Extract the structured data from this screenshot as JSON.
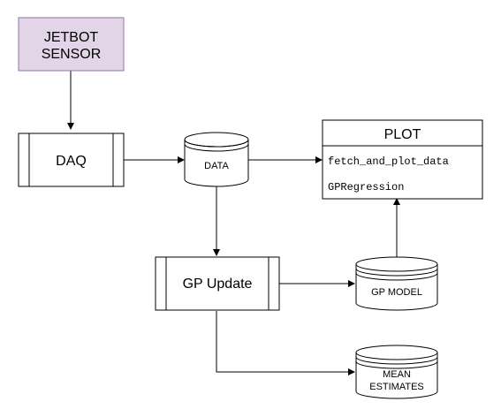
{
  "nodes": {
    "jetbot_sensor": {
      "line1": "JETBOT",
      "line2": "SENSOR",
      "fill": "#e1d5e7",
      "stroke": "#9673a6"
    },
    "daq": {
      "label": "DAQ"
    },
    "data": {
      "label": "DATA"
    },
    "plot": {
      "title": "PLOT",
      "row1": "fetch_and_plot_data",
      "row2": "GPRegression"
    },
    "gp_update": {
      "label": "GP Update"
    },
    "gp_model": {
      "label": "GP MODEL"
    },
    "mean_estimates": {
      "line1": "MEAN",
      "line2": "ESTIMATES"
    }
  }
}
